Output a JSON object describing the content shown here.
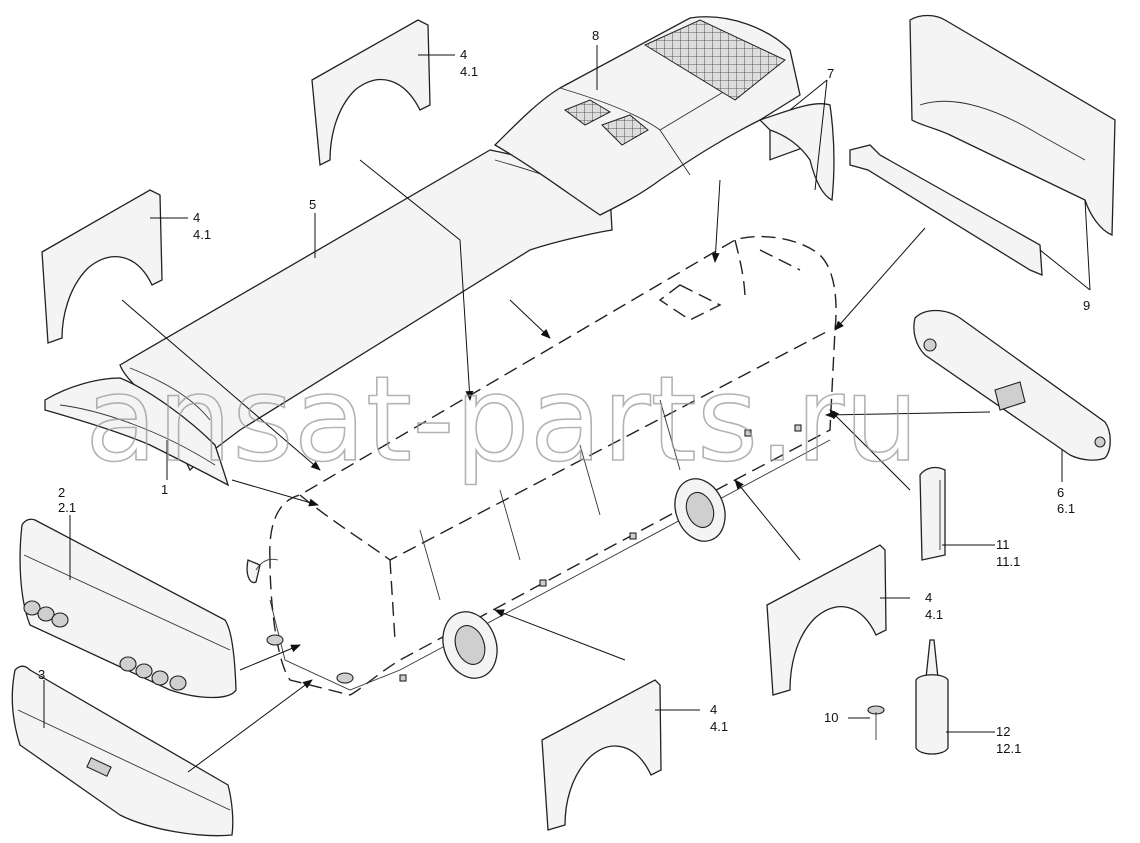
{
  "watermark": "ansat-parts.ru",
  "callouts": {
    "c1": "1",
    "c2a": "2",
    "c2b": "2.1",
    "c3": "3",
    "c4a_top": "4",
    "c4b_top": "4.1",
    "c4a_left": "4",
    "c4b_left": "4.1",
    "c4a_mid": "4",
    "c4b_mid": "4.1",
    "c4a_bot": "4",
    "c4b_bot": "4.1",
    "c5": "5",
    "c6a": "6",
    "c6b": "6.1",
    "c7": "7",
    "c8": "8",
    "c9": "9",
    "c10": "10",
    "c11a": "11",
    "c11b": "11.1",
    "c12a": "12",
    "c12b": "12.1"
  }
}
